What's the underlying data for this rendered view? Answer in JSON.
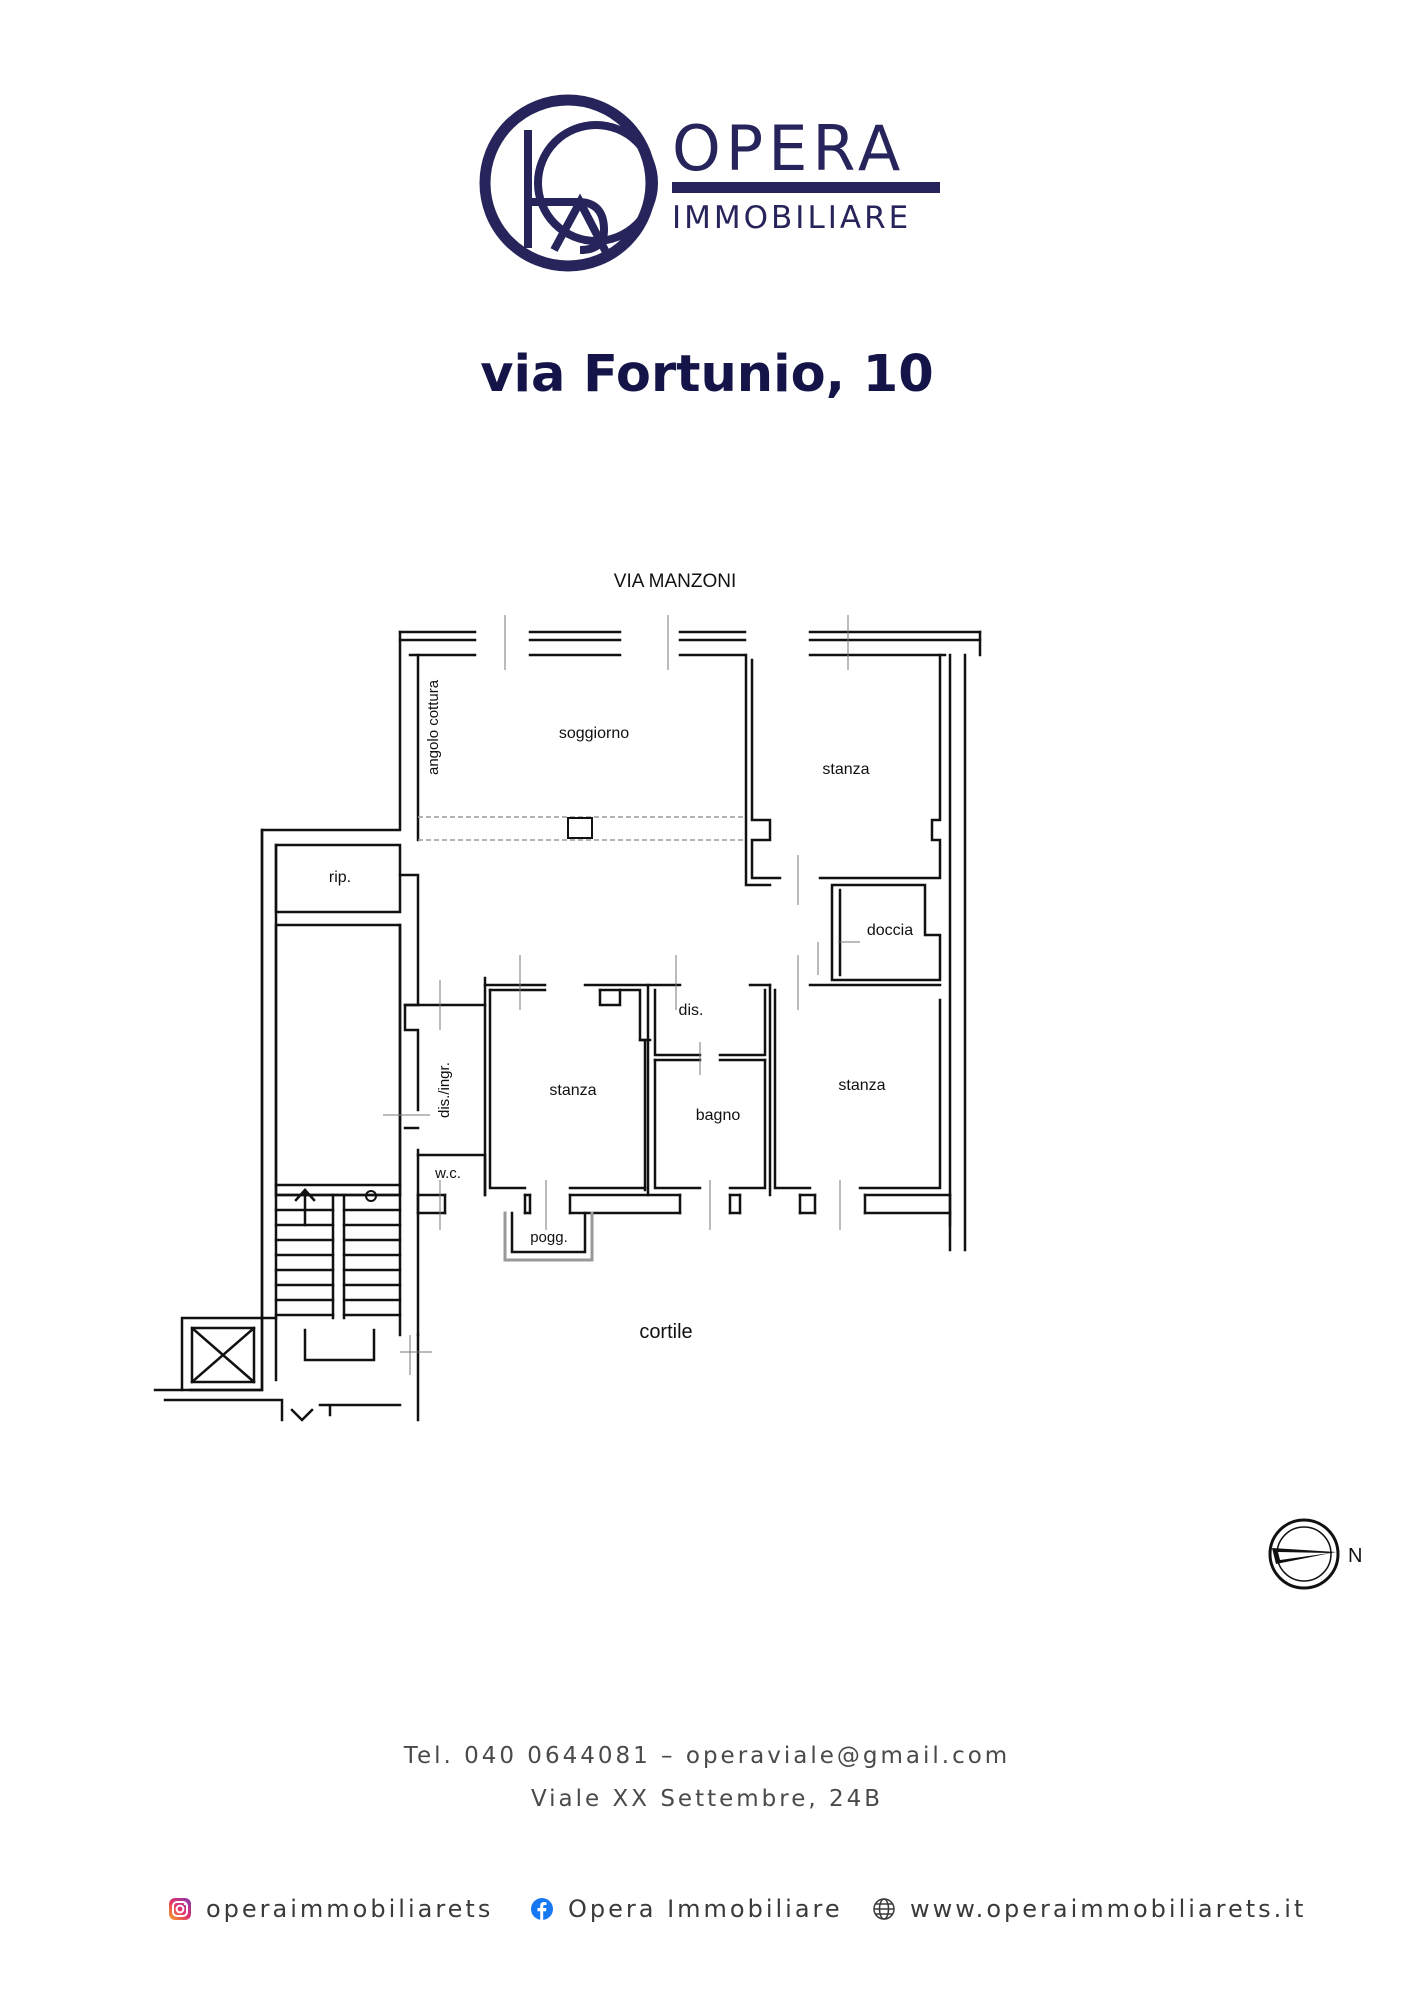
{
  "brand": {
    "name": "OPERA",
    "subtitle": "IMMOBILIARE",
    "logo_letters": "OR",
    "color": "#26245a"
  },
  "property": {
    "address": "via Fortunio, 10"
  },
  "floorplan": {
    "street": "VIA MANZONI",
    "courtyard": "cortile",
    "compass_label": "N",
    "rooms": {
      "kitchen_corner": "angolo cottura",
      "living": "soggiorno",
      "bedroom_top": "stanza",
      "storage": "rip.",
      "shower": "doccia",
      "hall_small": "dis.",
      "entrance_hall": "dis./ingr.",
      "bedroom_middle": "stanza",
      "bathroom": "bagno",
      "bedroom_right": "stanza",
      "wc": "w.c.",
      "balcony": "pogg."
    }
  },
  "contact": {
    "line1": "Tel. 040 0644081 – operaviale@gmail.com",
    "line2": "Viale XX Settembre, 24B"
  },
  "social": {
    "instagram": "operaimmobiliarets",
    "facebook": "Opera Immobiliare",
    "website": "www.operaimmobiliarets.it"
  },
  "icons": {
    "instagram": "instagram-icon",
    "facebook": "facebook-icon",
    "website": "globe-icon",
    "compass": "compass-north-icon"
  }
}
